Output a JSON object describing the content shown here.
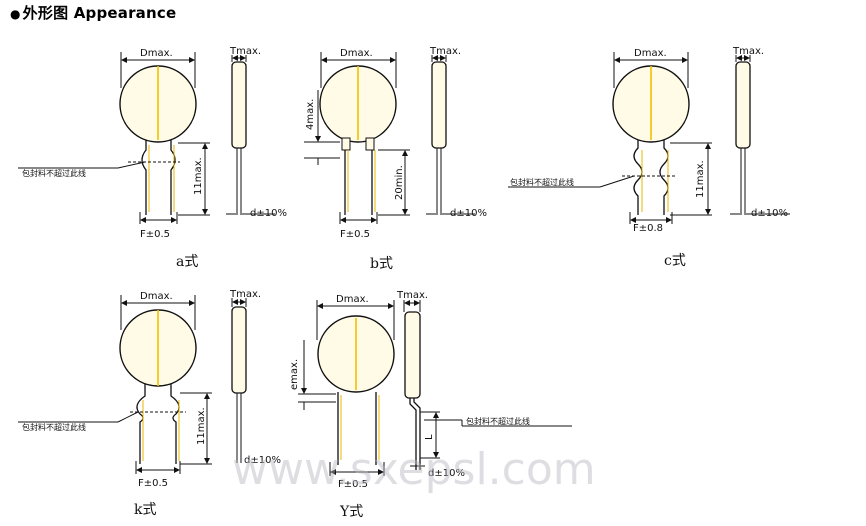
{
  "heading": {
    "bullet": "●",
    "text": "外形图 Appearance"
  },
  "labels": {
    "d_max": "Dmax.",
    "t_max": "Tmax.",
    "eleven_max": "11max.",
    "four_max": "4max.",
    "twenty_min": "20min.",
    "e_max": "emax.",
    "f_05": "F±0.5",
    "f_08": "F±0.8",
    "d_tol": "d±10%",
    "l": "L",
    "coating_note": "包封料不超过此线"
  },
  "captions": {
    "a": "a式",
    "b": "b式",
    "c": "c式",
    "k": "k式",
    "y": "Y式"
  },
  "watermark": "www.sxepsl.com",
  "colors": {
    "disc": "#fffbe6",
    "stripe": "#f0c000",
    "line": "#111111"
  }
}
